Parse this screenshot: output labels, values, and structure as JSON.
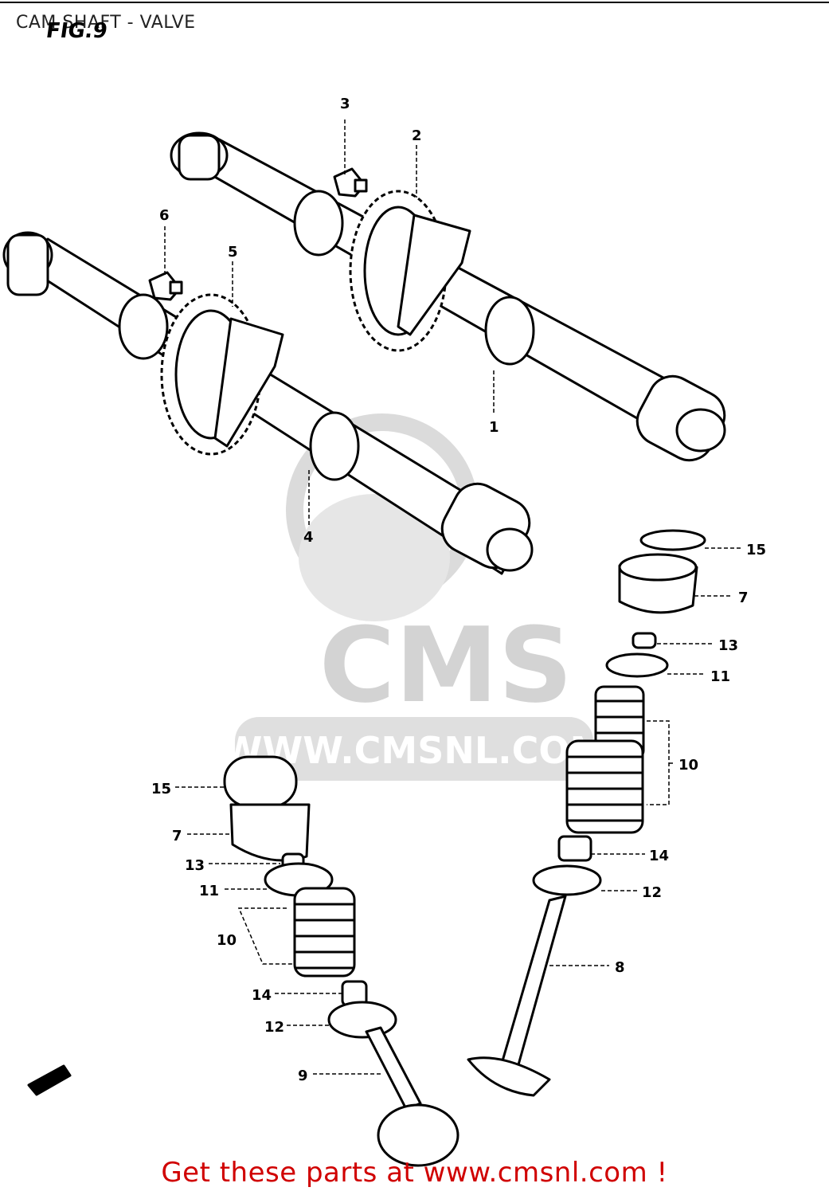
{
  "header": {
    "title": "CAM SHAFT - VALVE",
    "fig_label": "FIG.9"
  },
  "watermark": {
    "brand": "CMS",
    "url": "WWW.CMSNL.COM"
  },
  "callouts": [
    {
      "id": "c1",
      "text": "1"
    },
    {
      "id": "c2",
      "text": "2"
    },
    {
      "id": "c3",
      "text": "3"
    },
    {
      "id": "c4",
      "text": "4"
    },
    {
      "id": "c5",
      "text": "5"
    },
    {
      "id": "c6",
      "text": "6"
    },
    {
      "id": "c7a",
      "text": "7"
    },
    {
      "id": "c7b",
      "text": "7"
    },
    {
      "id": "c8",
      "text": "8"
    },
    {
      "id": "c9",
      "text": "9"
    },
    {
      "id": "c10a",
      "text": "10"
    },
    {
      "id": "c10b",
      "text": "10"
    },
    {
      "id": "c11a",
      "text": "11"
    },
    {
      "id": "c11b",
      "text": "11"
    },
    {
      "id": "c12a",
      "text": "12"
    },
    {
      "id": "c12b",
      "text": "12"
    },
    {
      "id": "c13a",
      "text": "13"
    },
    {
      "id": "c13b",
      "text": "13"
    },
    {
      "id": "c14a",
      "text": "14"
    },
    {
      "id": "c14b",
      "text": "14"
    },
    {
      "id": "c15a",
      "text": "15"
    },
    {
      "id": "c15b",
      "text": "15"
    }
  ],
  "footer": {
    "text": "Get these parts at www.cmsnl.com !",
    "color": "#d00000"
  },
  "colors": {
    "line": "#000000",
    "watermark": "#d8d8d8"
  }
}
